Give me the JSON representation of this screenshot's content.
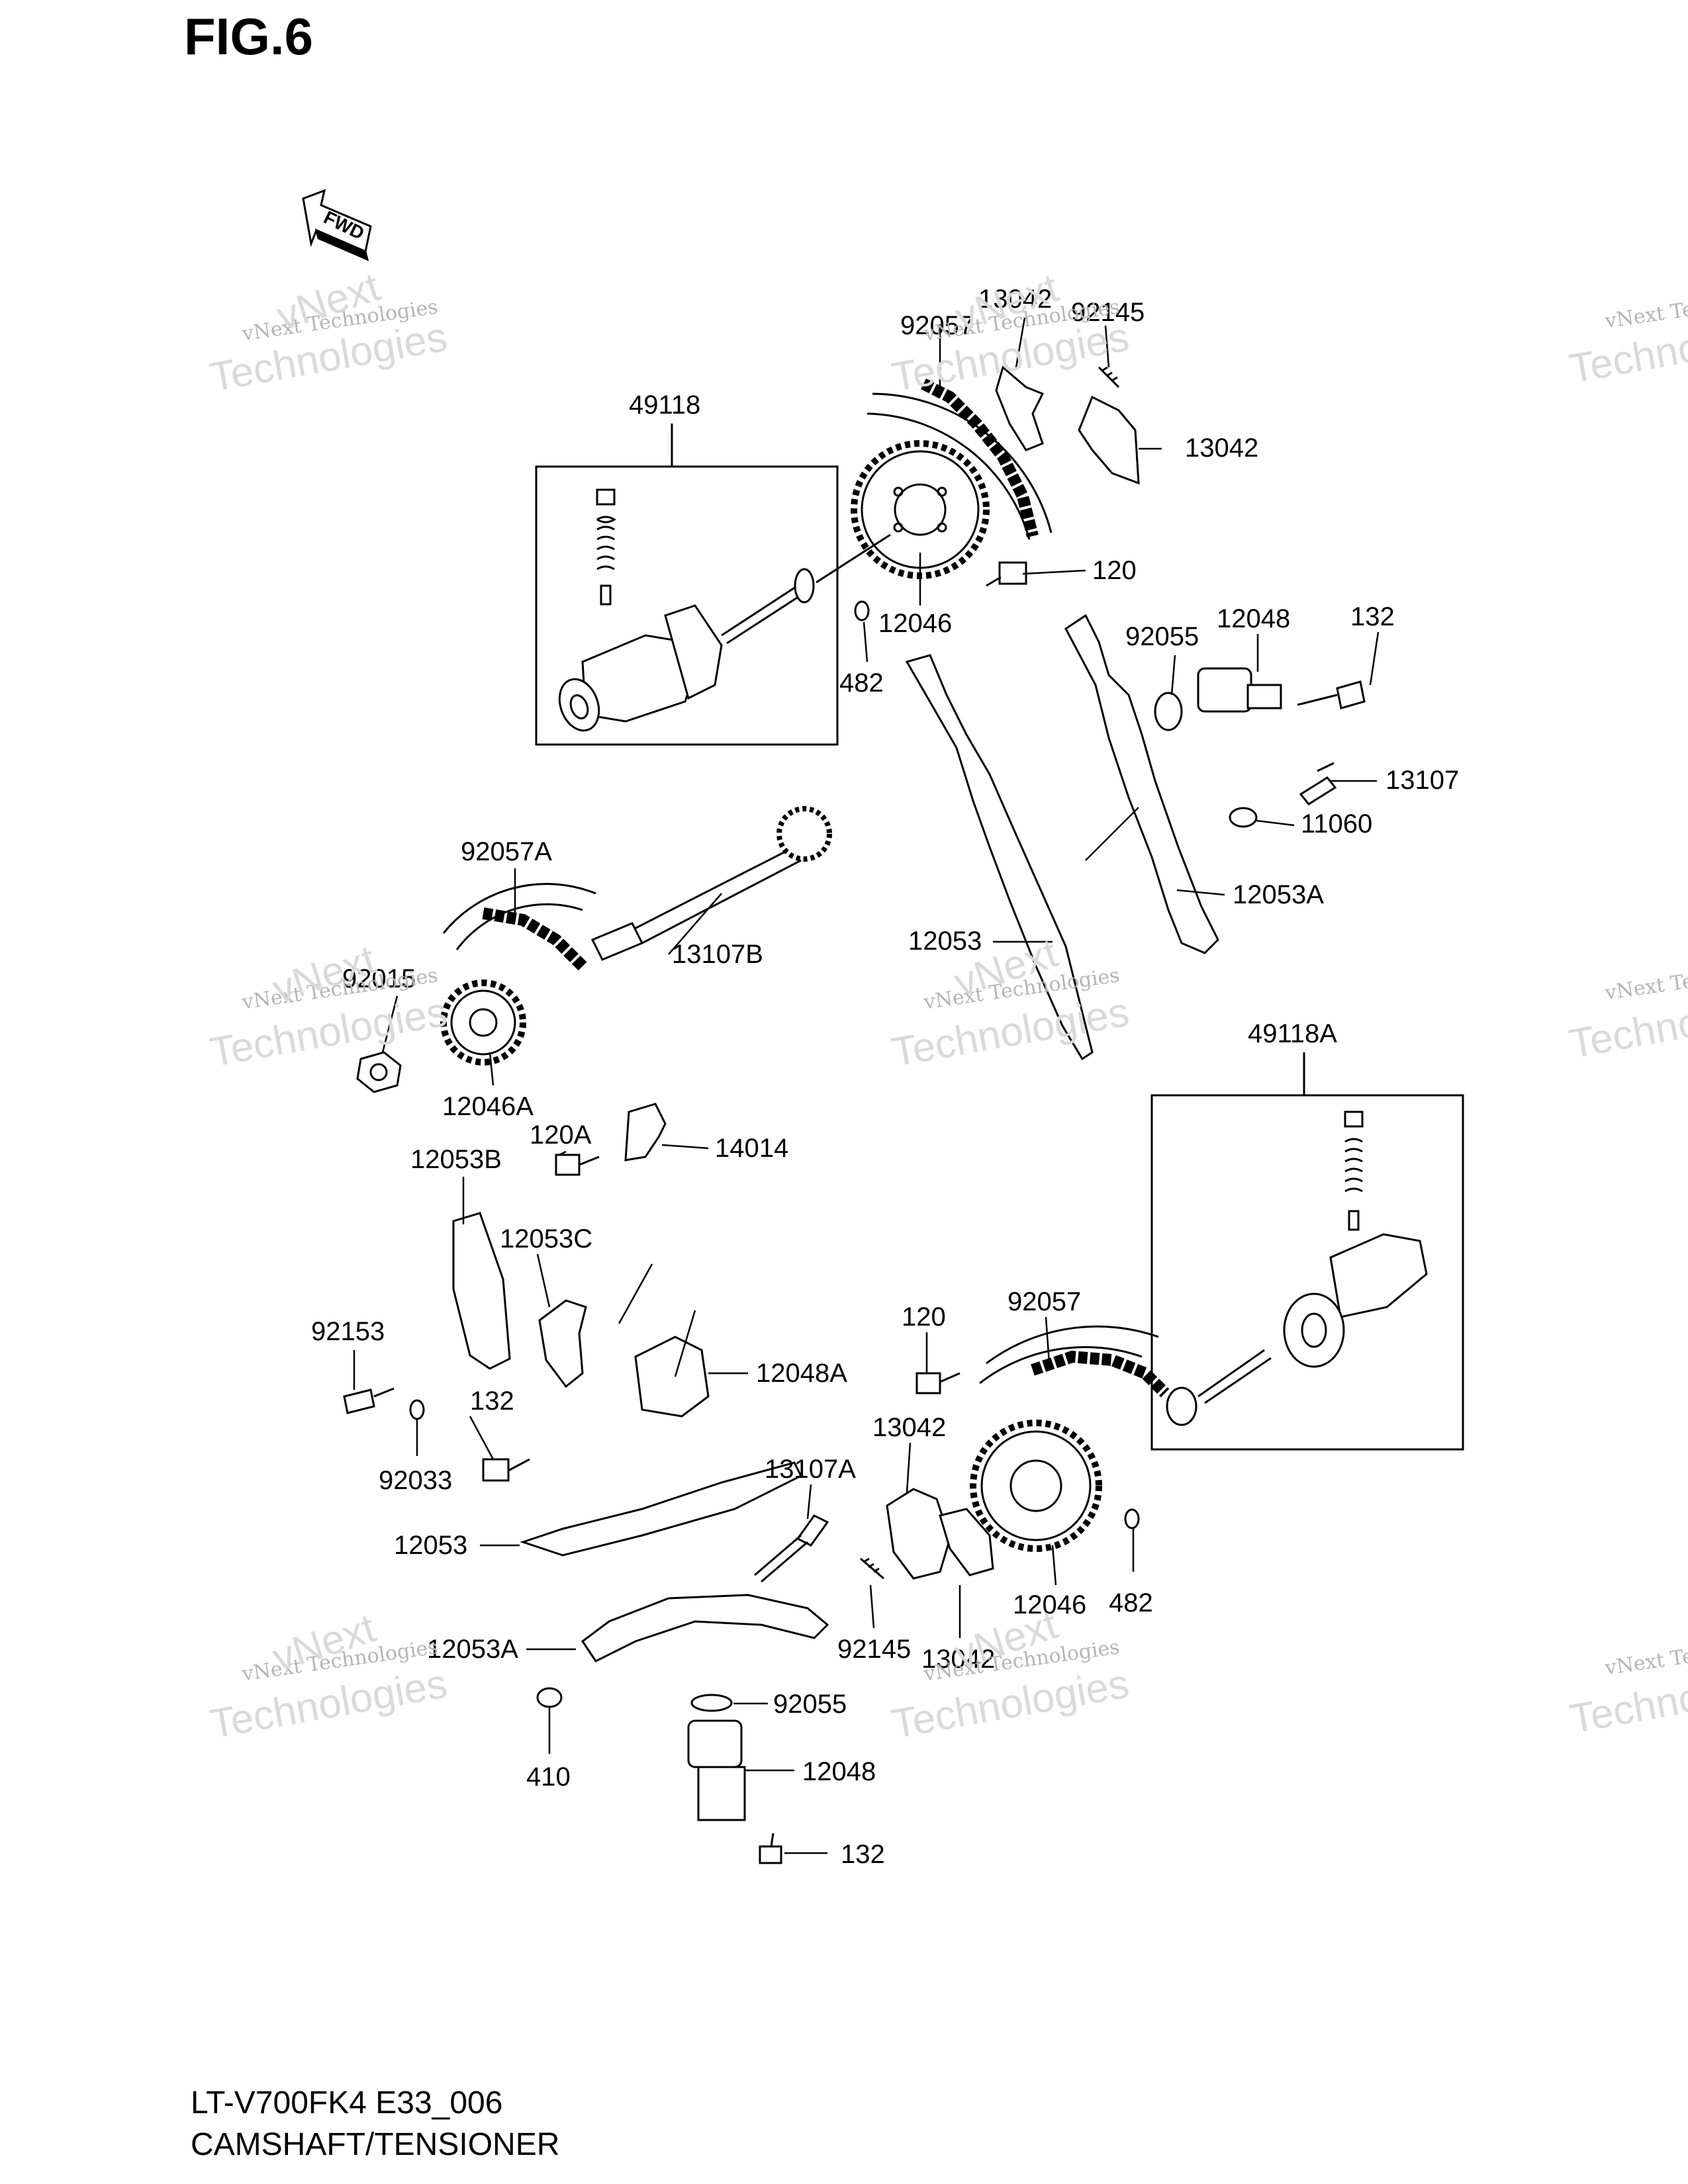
{
  "figure": {
    "title": "FIG.6"
  },
  "footer": {
    "model_code": "LT-V700FK4 E33_006",
    "section_name": "CAMSHAFT/TENSIONER"
  },
  "direction_arrow": {
    "label": "FWD",
    "icon": "fwd-arrow-icon"
  },
  "watermark": {
    "line1": "vNext Technologies",
    "line2": "Technologies",
    "overlay": "vNext"
  },
  "callouts": {
    "c49118": "49118",
    "c92057_top": "92057",
    "c13042_top": "13042",
    "c92145_top": "92145",
    "c13042_right": "13042",
    "c120_top": "120",
    "c12046_top": "12046",
    "c482_top": "482",
    "c92055_top": "92055",
    "c12048_top": "12048",
    "c132_top": "132",
    "c13107": "13107",
    "c11060": "11060",
    "c12053A_top": "12053A",
    "c12053_top": "12053",
    "c92057A": "92057A",
    "c13107B": "13107B",
    "c92015": "92015",
    "c12046A": "12046A",
    "c120A": "120A",
    "c14014": "14014",
    "c12053B": "12053B",
    "c12053C": "12053C",
    "c92153": "92153",
    "c92033": "92033",
    "c132_mid": "132",
    "c12048A": "12048A",
    "c12053_mid": "12053",
    "c49118A": "49118A",
    "c120_low": "120",
    "c92057_low": "92057",
    "c13042_low": "13042",
    "c13107A": "13107A",
    "c92145_low": "92145",
    "c13042_low2": "13042",
    "c12046_low": "12046",
    "c482_low": "482",
    "c12053A_low": "12053A",
    "c92055_low": "92055",
    "c12048_low": "12048",
    "c410": "410",
    "c132_low": "132"
  }
}
